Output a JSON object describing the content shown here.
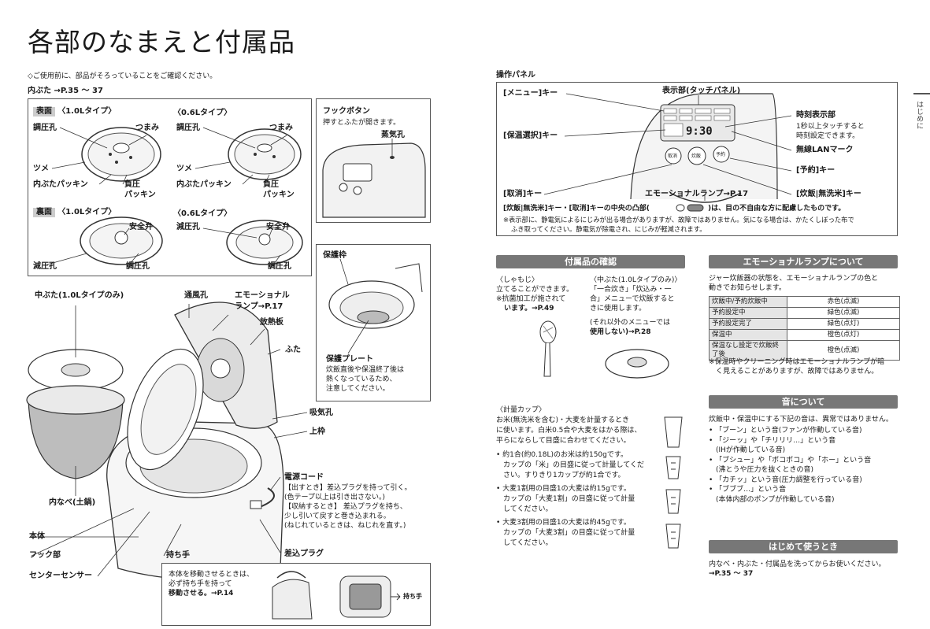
{
  "title": "各部のなまえと付属品",
  "intro": "◇ご使用前に、部品がそろっていることをご確認ください。",
  "inner_lid_ref": "内ぶた →P.35 〜 37",
  "inner_lid_box": {
    "front_tag": "表面",
    "front_10": "〈1.0Lタイプ〉",
    "front_06": "〈0.6Lタイプ〉",
    "back_tag": "裏面",
    "back_10": "〈1.0Lタイプ〉",
    "back_06": "〈0.6Lタイプ〉",
    "pressure_hole": "調圧孔",
    "knob": "つまみ",
    "claw": "ツメ",
    "packing": "内ぶたパッキン",
    "negpressure1": "負圧",
    "negpressure2": "パッキン",
    "safety_valve": "安全弁",
    "decompress_hole": "減圧孔"
  },
  "hook_box": {
    "title": "フックボタン",
    "desc": "押すとふたが開きます。",
    "steam": "蒸気孔"
  },
  "protect_box": {
    "frame": "保護枠",
    "plate": "保護プレート",
    "desc1": "炊飯直後や保温終了後は",
    "desc2": "熱くなっているため、",
    "desc3": "注意してください。"
  },
  "main_labels": {
    "middle_lid": "中ぶた(1.0Lタイプのみ)",
    "vent": "通風孔",
    "emotional_lamp1": "エモーショナル",
    "emotional_lamp2": "ランプ→P.17",
    "heat_plate": "放熱板",
    "lid": "ふた",
    "intake": "吸気孔",
    "top_frame": "上枠",
    "inner_pot": "内なべ(土鍋)",
    "body": "本体",
    "hook_part": "フック部",
    "center_sensor": "センターセンサー",
    "handle": "持ち手",
    "power_cord": "電源コード",
    "cord_l1": "【出すとき】差込プラグを持って引く。",
    "cord_l2": "(色テープ以上は引き出さない。)",
    "cord_l3": "【収納するとき】 差込プラグを持ち、",
    "cord_l4": "少し引いて戻すと巻き込まれる。",
    "cord_l5": "(ねじれているときは、ねじれを直す。)",
    "plug": "差込プラグ"
  },
  "handle_box": {
    "l1": "本体を移動させるときは、",
    "l2": "必ず持ち手を持って",
    "l3": "移動させる。→P.14",
    "callout": "持ち手"
  },
  "panel": {
    "heading": "操作パネル",
    "display": "表示部(タッチパネル)",
    "menu_key": "[メニュー]キー",
    "keep_key": "[保温選択]キー",
    "cancel_key": "[取消]キー",
    "time_display": "時刻表示部",
    "time_desc1": "1秒以上タッチすると",
    "time_desc2": "時刻設定できます。",
    "lan_mark": "無線LANマーク",
    "reserve_key": "[予約]キー",
    "cook_key": "[炊飯|無洗米]キー",
    "emo_lamp": "エモーショナルランプ→P.17",
    "time_value": "9:30",
    "btn_cancel": "取消",
    "btn_cook": "炊飯",
    "btn_reserve": "予約",
    "note1a": "[炊飯|無洗米]キー・[取消]キーの中央の凸部(",
    "note1b": ")は、目の不自由な方に配慮したものです。",
    "note2": "※表示部に、静電気によるにじみが出る場合がありますが、故障ではありません。気になる場合は、かたくしぼった布で",
    "note3": "ふき取ってください。静電気が除電され、にじみが軽減されます。"
  },
  "accessories": {
    "header": "付属品の確認",
    "shamoji_l1": "〈しゃもじ〉",
    "shamoji_l2": "立てることができます。",
    "shamoji_l3": "※抗菌加工が施されて",
    "shamoji_l4": "います。→P.49",
    "nakabuta_l1": "〈中ぶた(1.0Lタイプのみ)〉",
    "nakabuta_l2": "「一合炊き」「炊込み・一",
    "nakabuta_l3": "合」メニューで炊飯すると",
    "nakabuta_l4": "きに使用します。",
    "nakabuta_l5": "(それ以外のメニューでは",
    "nakabuta_l6": "使用しない)→P.28",
    "cup_l1": "〈計量カップ〉",
    "cup_l2": "お米(無洗米を含む)・大麦を計量するとき",
    "cup_l3": "に使います。白米0.5合や大麦をはかる際は、",
    "cup_l4": "平らにならして目盛に合わせてください。",
    "bullet1_l1": "• 約1合(約0.18L)のお米は約150gです。",
    "bullet1_l2": "カップの「米」の目盛に従って計量してくだ",
    "bullet1_l3": "さい。すりきり1カップが約1合です。",
    "bullet2_l1": "• 大麦1割用の目盛1の大麦は約15gです。",
    "bullet2_l2": "カップの「大麦1割」の目盛に従って計量",
    "bullet2_l3": "してください。",
    "bullet3_l1": "• 大麦3割用の目盛1の大麦は約45gです。",
    "bullet3_l2": "カップの「大麦3割」の目盛に従って計量",
    "bullet3_l3": "してください。"
  },
  "emotional": {
    "header": "エモーショナルランプについて",
    "desc1": "ジャー炊飯器の状態を、エモーショナルランプの色と",
    "desc2": "動きでお知らせします。",
    "rows": [
      {
        "state": "炊飯中/予約炊飯中",
        "color": "赤色(点滅)"
      },
      {
        "state": "予約設定中",
        "color": "緑色(点滅)"
      },
      {
        "state": "予約設定完了",
        "color": "緑色(点灯)"
      },
      {
        "state": "保温中",
        "color": "橙色(点灯)"
      },
      {
        "state": "保温なし設定で炊飯終了後",
        "color": "橙色(点滅)"
      }
    ],
    "note1": "※保温時やクリーニング時はエモーショナルランプが暗",
    "note2": "く見えることがありますが、故障ではありません。"
  },
  "sounds": {
    "header": "音について",
    "intro": "炊飯中・保温中にする下記の音は、異常ではありません。",
    "items": [
      "• 「ブーン」という音(ファンが作動している音)",
      "• 「ジーッ」や「チリリリ…」という音",
      "　(IHが作動している音)",
      "• 「ブシュー」や「ポコポコ」や「ホー」という音",
      "　(沸とうや圧力を抜くときの音)",
      "• 「カチッ」という音(圧力調整を行っている音)",
      "• 「ブブブ…」という音",
      "　(本体内部のポンプが作動している音)"
    ]
  },
  "first_use": {
    "header": "はじめて使うとき",
    "l1": "内なべ・内ぶた・付属品を洗ってからお使いください。",
    "l2": "→P.35 〜 37"
  },
  "side_tab": "はじめに"
}
